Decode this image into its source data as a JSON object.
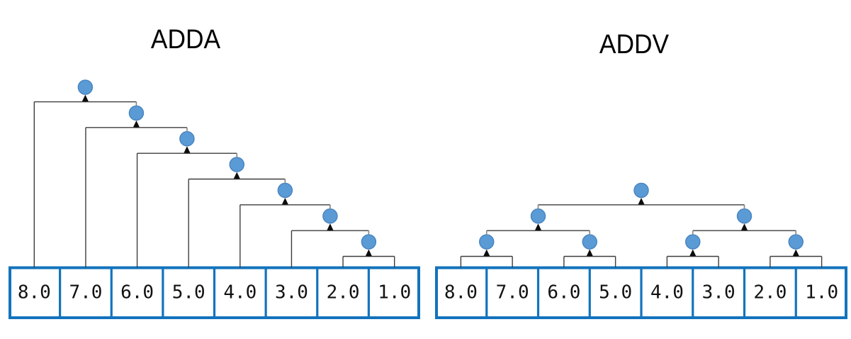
{
  "figure": {
    "panels": [
      {
        "id": "adda",
        "title": "ADDA",
        "reduction": "sequential",
        "leaves": [
          "8.0",
          "7.0",
          "6.0",
          "5.0",
          "4.0",
          "3.0",
          "2.0",
          "1.0"
        ]
      },
      {
        "id": "addv",
        "title": "ADDV",
        "reduction": "balanced-tree",
        "leaves": [
          "8.0",
          "7.0",
          "6.0",
          "5.0",
          "4.0",
          "3.0",
          "2.0",
          "1.0"
        ]
      }
    ],
    "colors": {
      "box_border": "#1373bd",
      "node_fill": "#5b9bd5",
      "node_edge": "#4a86c2",
      "connector": "#3d3d3d",
      "node_link": "#8a8a8a",
      "arrow": "#0d0d0d",
      "value_text": "#111111",
      "title_text": "#000000",
      "background": "#ffffff"
    }
  }
}
